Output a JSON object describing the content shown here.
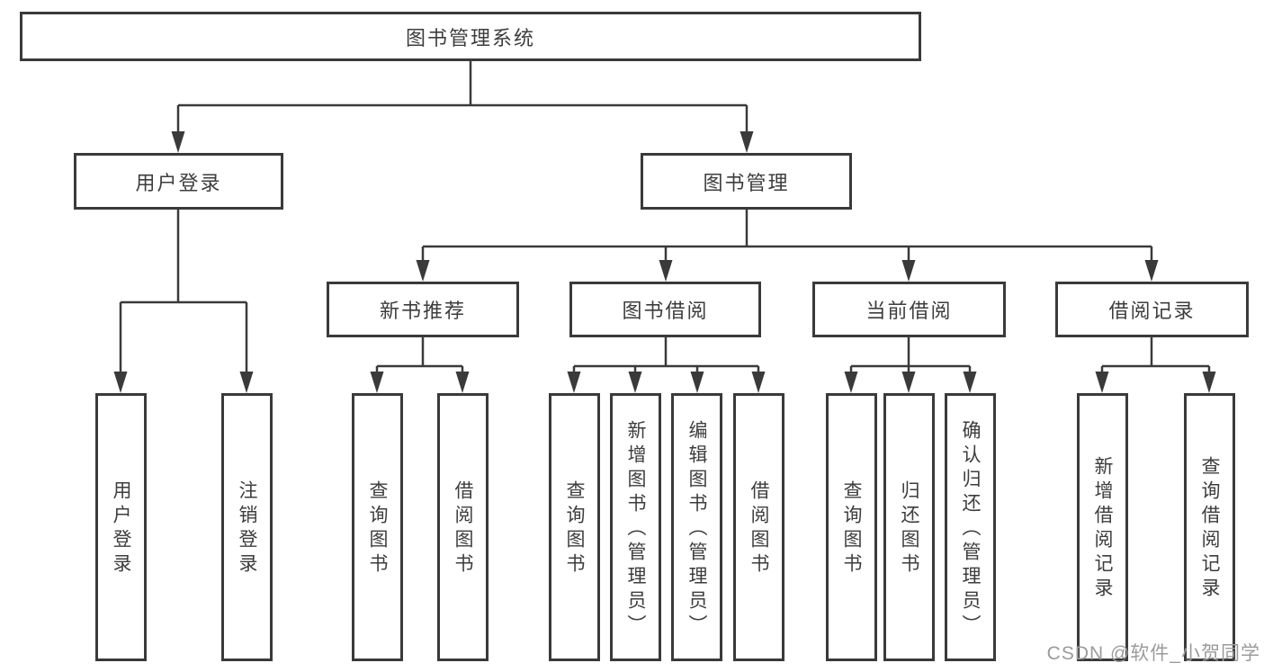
{
  "diagram": {
    "root_label": "图书管理系统",
    "branches": [
      {
        "label": "用户登录",
        "leaves": [
          {
            "label": "用户登录"
          },
          {
            "label": "注销登录"
          }
        ]
      },
      {
        "label": "图书管理",
        "sections": [
          {
            "label": "新书推荐",
            "leaves": [
              {
                "label": "查询图书"
              },
              {
                "label": "借阅图书"
              }
            ]
          },
          {
            "label": "图书借阅",
            "leaves": [
              {
                "label": "查询图书"
              },
              {
                "label": "新增图书（管理员）"
              },
              {
                "label": "编辑图书（管理员）"
              },
              {
                "label": "借阅图书"
              }
            ]
          },
          {
            "label": "当前借阅",
            "leaves": [
              {
                "label": "查询图书"
              },
              {
                "label": "归还图书"
              },
              {
                "label": "确认归还（管理员）"
              }
            ]
          },
          {
            "label": "借阅记录",
            "leaves": [
              {
                "label": "新增借阅记录"
              },
              {
                "label": "查询借阅记录"
              }
            ]
          }
        ]
      }
    ]
  },
  "watermark": {
    "text": "CSDN @软件_小贺同学"
  },
  "colors": {
    "line": "#3a3a3a",
    "box_border": "#3a3a3a",
    "box_bg": "#ffffff",
    "text": "#3d3d3d",
    "watermark": "#9b9b9b"
  }
}
